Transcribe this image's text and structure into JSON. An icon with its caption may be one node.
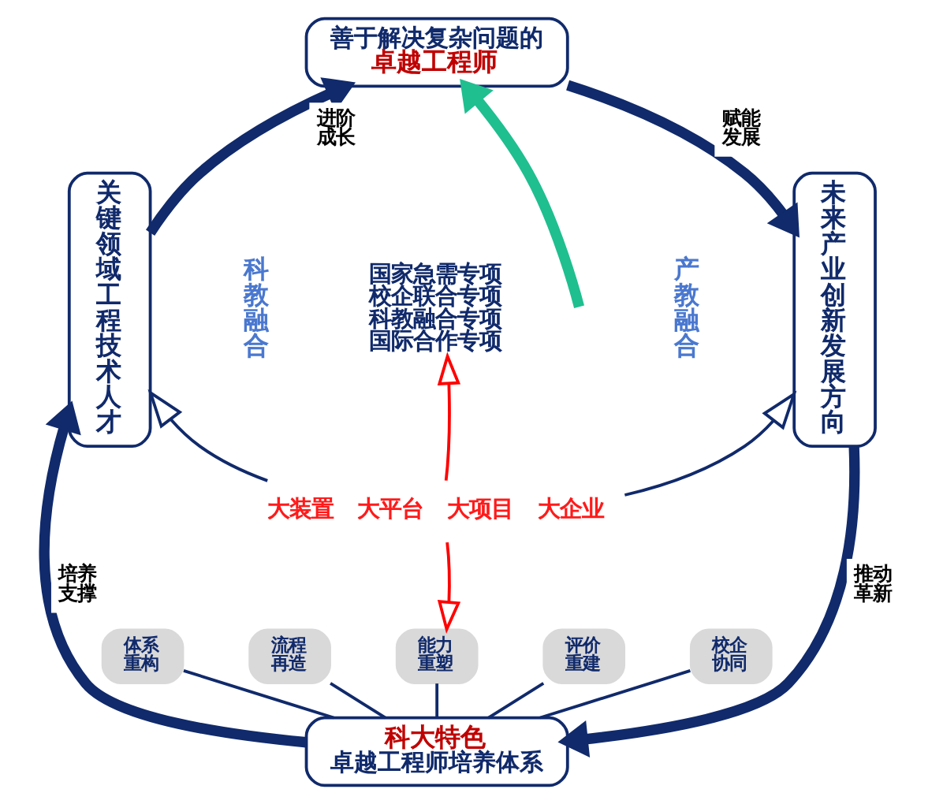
{
  "diagram": {
    "nodes": [
      {
        "text": [
          "善于解决复杂问题的",
          "卓越工程师"
        ]
      },
      {
        "text": [
          "关键领域工程技术人才"
        ]
      },
      {
        "text": [
          "国家急需专项",
          "校企联合专项",
          "科教融合专项",
          "国际合作专项"
        ]
      },
      {
        "text": [
          "未来产业创新发展方向"
        ]
      },
      {
        "text": [
          "大装置",
          "大平台",
          "大项目",
          "大企业"
        ]
      },
      {
        "text": [
          "体系重构"
        ]
      },
      {
        "text": [
          "流程再造"
        ]
      },
      {
        "text": [
          "能力重塑"
        ]
      },
      {
        "text": [
          "评价重建"
        ]
      },
      {
        "text": [
          "校企协同"
        ]
      },
      {
        "text": [
          "科大特色",
          "卓越工程师培养体系"
        ]
      }
    ],
    "edges": [
      {
        "from": 1,
        "to": 0,
        "arrow": "to",
        "label": "进阶成长",
        "style": "thick"
      },
      {
        "from": 0,
        "to": 3,
        "arrow": "to",
        "label": "赋能发展",
        "style": "thick"
      },
      {
        "from": 3,
        "to": 10,
        "arrow": "to",
        "label": "推动革新",
        "style": "thick"
      },
      {
        "from": 10,
        "to": 1,
        "arrow": "to",
        "label": "培养支撑",
        "style": "thick"
      },
      {
        "from": 4,
        "to": 1,
        "arrow": "to"
      },
      {
        "from": 4,
        "to": 3,
        "arrow": "to"
      },
      {
        "from": 4,
        "to": 2,
        "arrow": "to",
        "color": "#ff0000"
      },
      {
        "from": 4,
        "to": 7,
        "arrow": "to",
        "color": "#ff0000"
      },
      {
        "from": 5,
        "to": 10,
        "arrow": "none"
      },
      {
        "from": 6,
        "to": 10,
        "arrow": "none"
      },
      {
        "from": 7,
        "to": 10,
        "arrow": "none"
      },
      {
        "from": 8,
        "to": 10,
        "arrow": "none"
      },
      {
        "from": 9,
        "to": 10,
        "arrow": "none"
      },
      {
        "from": null,
        "to": 0,
        "arrow": "to",
        "style": "thick",
        "color": "#1fbf8f"
      }
    ],
    "labels": [
      "科教融合",
      "产教融合"
    ]
  }
}
